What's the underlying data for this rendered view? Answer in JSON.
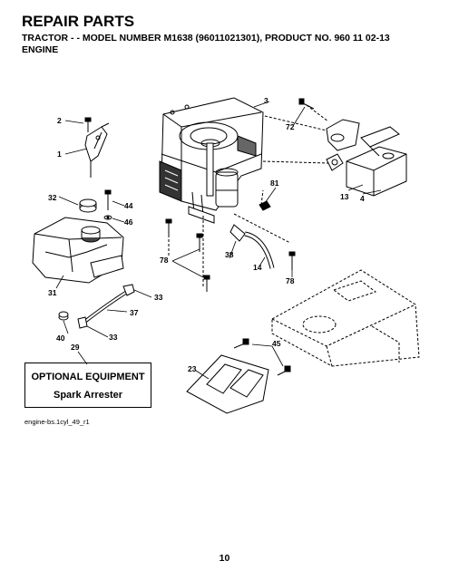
{
  "header": {
    "title": "REPAIR PARTS",
    "subtitle": "TRACTOR - - MODEL NUMBER  M1638 (96011021301), PRODUCT NO. 960 11 02-13",
    "section": "ENGINE"
  },
  "callouts": {
    "c1": "1",
    "c2": "2",
    "c3": "3",
    "c4": "4",
    "c13": "13",
    "c14": "14",
    "c23": "23",
    "c29": "29",
    "c31": "31",
    "c32": "32",
    "c33a": "33",
    "c33b": "33",
    "c37": "37",
    "c38": "38",
    "c40": "40",
    "c44": "44",
    "c45": "45",
    "c46": "46",
    "c72": "72",
    "c78a": "78",
    "c78b": "78",
    "c81": "81"
  },
  "optional_equipment": {
    "heading": "OPTIONAL EQUIPMENT",
    "item": "Spark Arrester"
  },
  "file_ref": "engine-bs.1cyl_49_r1",
  "page_number": "10"
}
